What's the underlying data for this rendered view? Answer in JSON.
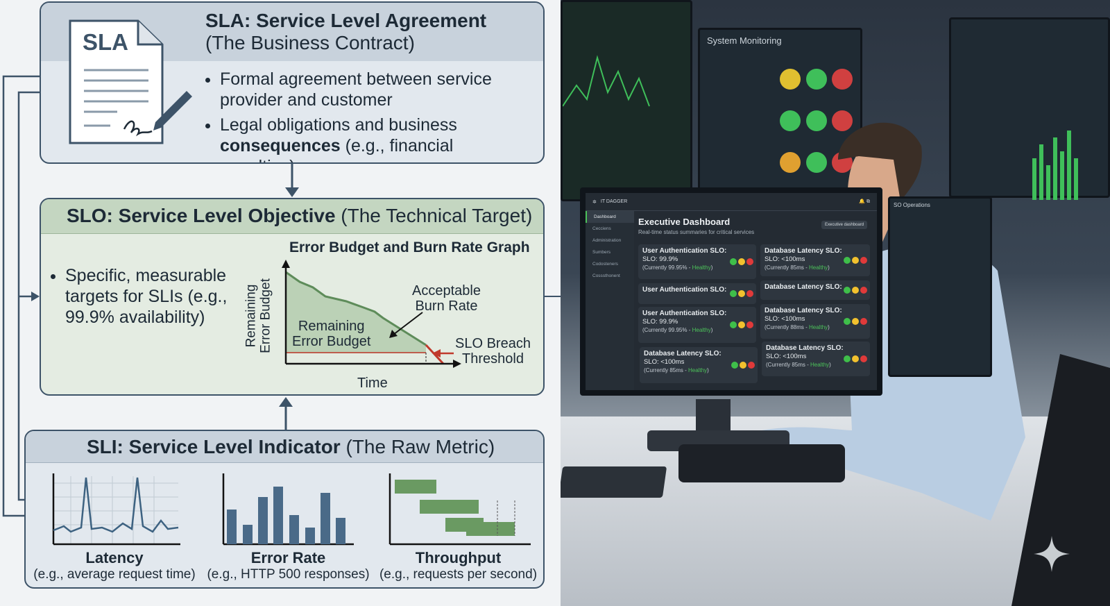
{
  "sla": {
    "title": "SLA: Service Level Agreement",
    "subtitle": "(The Business Contract)",
    "doc_label": "SLA",
    "bullets": [
      {
        "text": "Formal agreement between service provider and customer"
      },
      {
        "pre": "Legal obligations and business ",
        "bold": "consequences",
        "post": " (e.g., financial penalties)"
      }
    ]
  },
  "slo": {
    "title_bold": "SLO: Service Level Objective",
    "title_rest": "(The Technical Target)",
    "bullet": "Specific, measurable targets for SLIs (e.g., 99.9% availability)",
    "graph": {
      "title": "Error Budget and Burn Rate Graph",
      "ylabel_1": "Remaining",
      "ylabel_2": "Error Budget",
      "xlabel": "Time",
      "area_label_1": "Remaining",
      "area_label_2": "Error Budget",
      "burn_1": "Acceptable",
      "burn_2": "Burn Rate",
      "breach_1": "SLO Breach",
      "breach_2": "Threshold"
    }
  },
  "sli": {
    "title_bold": "SLI: Service Level Indicator",
    "title_rest": "(The Raw Metric)",
    "metrics": [
      {
        "name": "Latency",
        "desc": "(e.g., average request time)"
      },
      {
        "name": "Error Rate",
        "desc": "(e.g., HTTP 500 responses)"
      },
      {
        "name": "Throughput",
        "desc": "(e.g., requests per second)"
      }
    ]
  },
  "photo": {
    "app_name": "IT DAGGER",
    "header": "Executive Dashboard",
    "subheader": "Real-time status summaries for critical services",
    "dropdown": "Executive dashboard",
    "sidebar": [
      "Dashboard",
      "Cecciens",
      "Administration",
      "Sumbers",
      "Codosteners",
      "Cosssthonent"
    ],
    "cards": [
      {
        "title": "User Authentication SLO:",
        "line": "SLO: 99.9%",
        "cur": "(Currently 99.95% - ",
        "status": "Healthy",
        "end": ")"
      },
      {
        "title": "Database Latency SLO:",
        "line": "SLO: <100ms",
        "cur": "(Currently 85ms - ",
        "status": "Healthy",
        "end": ")"
      },
      {
        "title": "User Authentication SLO:"
      },
      {
        "title": "Database Latency SLO:"
      },
      {
        "title": "User Authentication SLO:",
        "line": "SLO: 99.9%",
        "cur": "(Currently 99.95% - ",
        "status": "Healthy",
        "end": ")"
      },
      {
        "title": "Database Latency SLO:",
        "line": "SLO: <100ms",
        "cur": "(Currently 88ms - ",
        "status": "Healthy",
        "end": ")"
      },
      {
        "title": "Database Latency SLO:",
        "line": "SLO: <100ms",
        "cur": "(Currently 85ms - ",
        "status": "Healthy",
        "end": ")"
      },
      {
        "title": "Database Latency SLO:",
        "line": "SLO: <100ms",
        "cur": "(Currently 85ms - ",
        "status": "Healthy",
        "end": ")"
      }
    ],
    "bg_monitor": "System Monitoring",
    "bg_monitor2": "SO Operations"
  },
  "colors": {
    "navy": "#3d5368",
    "green": "#5e8c5a",
    "red": "#c0392b",
    "healthy": "#4cc25a",
    "yellow": "#f2c12e"
  }
}
